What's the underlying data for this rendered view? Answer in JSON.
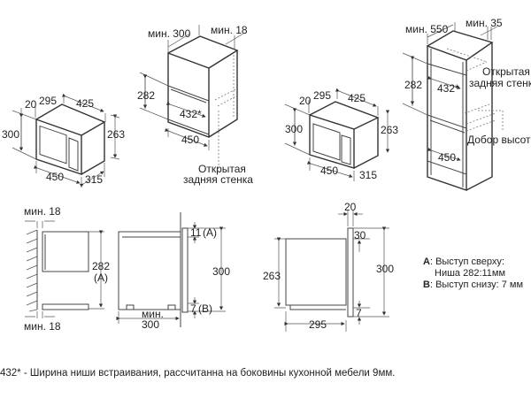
{
  "microwave_iso": {
    "d20": "20",
    "d295": "295",
    "d425": "425",
    "d300": "300",
    "d263": "263",
    "d450": "450",
    "d315": "315"
  },
  "wall_cabinet": {
    "min300": "мин. 300",
    "min18": "мин. 18",
    "d282": "282",
    "d432": "432*",
    "d450": "450",
    "open_back_1": "Открытая",
    "open_back_2": "задняя стенка"
  },
  "tall_cabinet": {
    "min550": "мин. 550",
    "min35": "мин. 35",
    "d282": "282",
    "d432": "432*",
    "d450": "450",
    "open_back_1": "Открытая",
    "open_back_2": "задняя стенка",
    "height_filler": "Добор высоты"
  },
  "section_wall": {
    "min18_top": "мин. 18",
    "min18_bottom": "мин. 18",
    "d282": "282",
    "a": "(A)"
  },
  "section_side": {
    "d11": "11",
    "a": "(A)",
    "d300": "300",
    "d7": "7",
    "b": "(B)",
    "min": "мин.",
    "d300b": "300"
  },
  "side_view": {
    "d20": "20",
    "d30": "30",
    "d263": "263",
    "d300": "300",
    "d7": "7",
    "d295": "295"
  },
  "notes": {
    "a_key": "A",
    "a_text": ": Выступ сверху:",
    "a_text2": "Ниша 282:11мм",
    "b_key": "B",
    "b_text": ": Выступ снизу: 7 мм"
  },
  "footnote": "432* - Ширина ниши встраивания, рассчитанна на боковины кухонной мебели 9мм."
}
